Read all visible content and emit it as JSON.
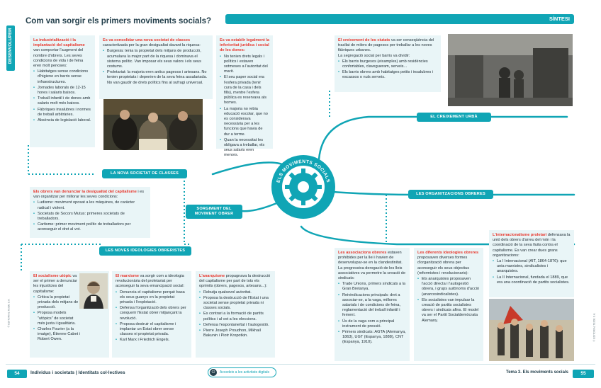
{
  "page": {
    "title": "Com van sorgir els primers moviments socials?",
    "side_tab": "DESENVOLUPEM",
    "synthesis": "SÍNTESI",
    "left_vertical": "© EDITORIAL TEIDE S.A.",
    "right_vertical": "© EDITORIAL TEIDE S.A."
  },
  "central": {
    "label": "ELS MOVIMENTS SOCIALS"
  },
  "labels": {
    "new_society": "LA NOVA SOCIETAT DE CLASSES",
    "worker_rise": "SORGIMENT DEL MOVIMENT OBRER",
    "ideologies": "LES NOVES IDEOLOGIES OBRERISTES",
    "urban": "EL CREIXEMENT URBÀ",
    "organizations": "LES ORGANITZACIONS OBRERES"
  },
  "box_industrial": {
    "lead": "La industrialització i la implantació del capitalisme",
    "intro": " van comportar l'augment del nombre d'obrers. Les seves condicions de vida i de feina eren molt penoses:",
    "items": [
      "Habitatges sense condicions d'higiene en barris sense infraestructures.",
      "Jornades laborals de 12-15 hores i salaris baixos.",
      "Treball infantil i de dones amb salaris molt més baixos.",
      "Fàbriques insalubres i normes de treball arbitràries.",
      "Absència de legislació laboral."
    ]
  },
  "box_society": {
    "lead": "Es va consolidar una nova societat de classes",
    "intro": " caracteritzada per la gran desigualtat davant la riquesa:",
    "items": [
      "Burgesia: tenia la propietat dels mitjans de producció, acumulava la major part de la riquesa i dominava el sistema polític. Van imposar els seus valors i els seus costums.",
      "Proletariat: la majoria eren antics pagesos i artesans. No tenien propietats i depenien de la seva feina assalariada. No van gaudir de drets polítics fins al sufragi universal."
    ]
  },
  "box_women": {
    "lead": "Es va establir legalment la inferioritat jurídica i social de les dones:",
    "items": [
      "No tenien drets legals i polítics i estaven sotmeses a l'autoritat del marit.",
      "El seu paper social era l'esfera privada (tenir cura de la casa i dels fills), mentre l'esfera pública es reservava als homes.",
      "La majoria no rebia educació escolar, que no es considerava necessària per a les funcions que havia de dur a terme.",
      "Quan la necessitat les obligava a treballar, els seus salaris eren menors."
    ]
  },
  "box_inequality": {
    "lead": "Els obrers van denunciar la desigualtat del capitalisme",
    "intro": " i es van organitzar per millorar les seves condicions:",
    "items": [
      "Ludisme: moviment oposat a les màquines, de caràcter radical i violent.",
      "Societats de Socors Mutus: primeres societats de treballadors.",
      "Cartisme: primer moviment polític de treballadors per aconseguir el dret al vot."
    ]
  },
  "box_utopian": {
    "lead": "El socialisme utòpic",
    "intro": " va ser el primer a denunciar les injustícies del capitalisme:",
    "items": [
      "Critica la propietat privada dels mitjans de producció.",
      "Proposa models \"utòpics\" de societat més justa i igualitària.",
      "Charles Fourier (a la imatge), Étienne Cabet i Robert Owen."
    ]
  },
  "box_marxism": {
    "lead": "El marxisme",
    "intro": " va sorgir com a ideologia revolucionària del proletariat per aconseguir la seva emancipació social:",
    "items": [
      "Denuncia el capitalisme perquè basa els seus guanys en la propietat privada i l'explotació.",
      "Defensa l'organització dels obrers per conquerir l'Estat obrer mitjançant la revolució.",
      "Proposa destruir el capitalisme i implantar un Estat obrer sense classes ni propietat privada.",
      "Karl Marx i Friedrich Engels."
    ]
  },
  "box_anarchism": {
    "lead": "L'anarquisme",
    "intro": " propugnava la destrucció del capitalisme per part de tots els oprimits (obrers, pagesos, artesans...):",
    "items": [
      "Rebutja qualsevol autoritat.",
      "Proposa la destrucció de l'Estat i una societat sense propietat privada ni classes socials.",
      "Es contrari a la formació de partits polítics i al vot a les eleccions.",
      "Defensa l'espontaneïtat i l'autogestió.",
      "Pierre Joseph Proudhon, Mikhail Bakunin i Piotr Kropotkin."
    ]
  },
  "box_urban": {
    "lead": "El creixement de les ciutats",
    "intro": " va ser conseqüència del trasllat de milers de pagesos per treballar a les noves fàbriques urbanes.",
    "sub": "La segregació social per barris va dividir:",
    "items": [
      "Els barris burgesos (eixamples) amb residències confortables, clavegueram, serveis...",
      "Els barris obrers amb habitatges petits i insalubres i escassos o nuls serveis."
    ]
  },
  "box_associations": {
    "lead": "Les associacions obreres",
    "intro": " estaven prohibides per la llei i havien de desenvolupar-se en la clandestinitat. La progressiva derogació de les lleis associatives va permetre la creació de sindicats:",
    "items": [
      "Trade Unions, primers sindicats a la Gran Bretanya.",
      "Reivindicacions principals: dret a associar-se, a la vaga, millores salarials i de condicions de feina, reglamentació del treball infantil i femení.",
      "Ús de la vaga com a principal instrument de pressió.",
      "Primers sindicats: AGTA (Alemanya, 1863), UGT (Espanya, 1888), CNT (Espanya, 1910)."
    ]
  },
  "box_ideologies": {
    "lead": "Les diferents ideologies obreres",
    "intro": " proposaven diverses formes d'organització obrera per aconseguir els seus objectius (reformistes i revolucionaris):",
    "items": [
      "Els anarquistes proposaven l'acció directa i l'autogestió obrera, i grups autònoms d'acció (anarcosindicalistes).",
      "Els socialistes van impulsar la creació de partits socialistes obrers i sindicats afins. El model va ser el Partit Socialdemòcrata Alemany."
    ]
  },
  "box_international": {
    "lead": "L'internacionalisme proletari",
    "intro": " defensava la unió dels obrers d'arreu del món i la coordinació de la seva lluita contra el capitalisme. Es van crear dues grans organitzacions:",
    "items": [
      "La I Internacional (AIT, 1864-1876): que unia marxistes, sindicalistes i anarquistes.",
      "La II Internacional, fundada el 1889, que era una coordinació de partits socialistes."
    ]
  },
  "footer": {
    "left_page": "54",
    "left_text": "Individus i societats | Identitats col·lectives",
    "digital": "Accedeix a les activitats digitals",
    "right_text": "Tema 3. Els moviments socials",
    "right_page": "55"
  },
  "colors": {
    "accent": "#10a5b5",
    "highlight": "#e8372d",
    "box": "#e9f5f7"
  }
}
